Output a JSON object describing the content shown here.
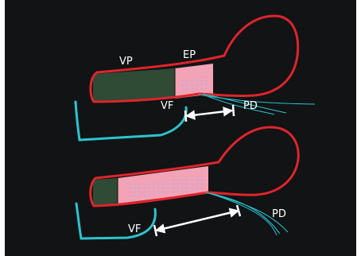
{
  "diagram": {
    "colors": {
      "background": "#111315",
      "outline": "#e0242b",
      "dark_fill": "#2f4a35",
      "pink_fill": "#f3a3b6",
      "speckle": "#a8a8e0",
      "fiber": "#2bc4cf",
      "arrow": "#ffffff"
    },
    "top_panel": {
      "label_vp": "VP",
      "label_ep": "EP",
      "label_vf": "VF",
      "label_pd": "PD"
    },
    "bottom_panel": {
      "label_vf": "VF",
      "label_pd": "PD"
    }
  }
}
